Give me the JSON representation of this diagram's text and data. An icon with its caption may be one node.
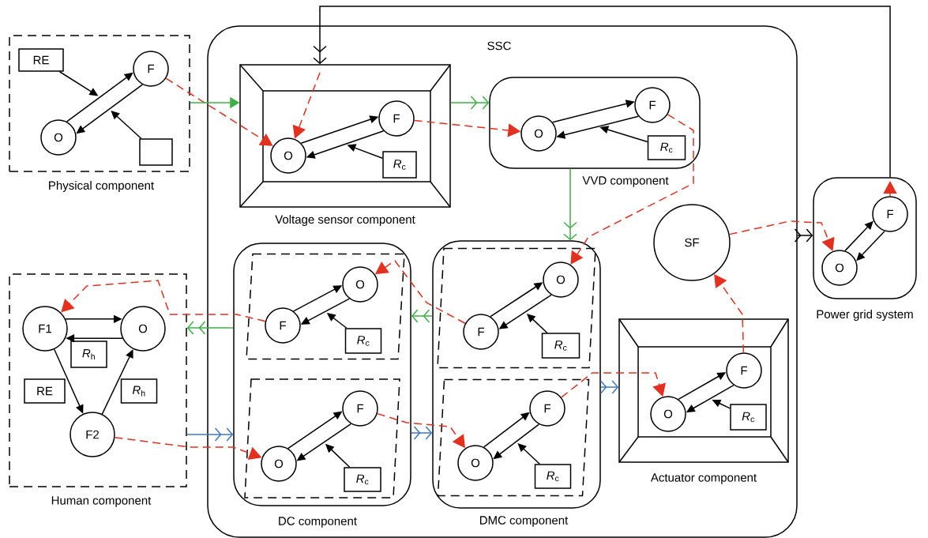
{
  "diagram": {
    "nodes": [
      {
        "text": [
          "SSC"
        ]
      },
      {
        "text": [
          "Physical component"
        ]
      },
      {
        "text": [
          "RE"
        ],
        "in": 1
      },
      {
        "text": [
          "F"
        ],
        "in": 1
      },
      {
        "text": [
          "O"
        ],
        "in": 1
      },
      {
        "text": [],
        "shape": "box",
        "in": 1
      },
      {
        "text": [
          "Voltage sensor component"
        ],
        "in": 0
      },
      {
        "text": [
          "F"
        ],
        "in": 6
      },
      {
        "text": [
          "O"
        ],
        "in": 6
      },
      {
        "text": [
          "*R*$_{c}$"
        ],
        "in": 6
      },
      {
        "text": [
          "VVD component"
        ],
        "in": 0
      },
      {
        "text": [
          "F"
        ],
        "in": 10
      },
      {
        "text": [
          "O"
        ],
        "in": 10
      },
      {
        "text": [
          "*R*$_{c}$"
        ],
        "in": 10
      },
      {
        "text": [
          "DC component"
        ],
        "in": 0
      },
      {
        "text": [],
        "shape": "parallelogram",
        "in": 14
      },
      {
        "text": [
          "O"
        ],
        "in": 15
      },
      {
        "text": [
          "F"
        ],
        "in": 15
      },
      {
        "text": [
          "*R*$_{c}$"
        ],
        "in": 15
      },
      {
        "text": [],
        "shape": "parallelogram",
        "in": 14
      },
      {
        "text": [
          "F"
        ],
        "in": 19
      },
      {
        "text": [
          "O"
        ],
        "in": 19
      },
      {
        "text": [
          "*R*$_{c}$"
        ],
        "in": 19
      },
      {
        "text": [
          "DMC component"
        ],
        "in": 0
      },
      {
        "text": [],
        "shape": "parallelogram",
        "in": 23
      },
      {
        "text": [
          "O"
        ],
        "in": 24
      },
      {
        "text": [
          "F"
        ],
        "in": 24
      },
      {
        "text": [
          "*R*$_{c}$"
        ],
        "in": 24
      },
      {
        "text": [],
        "shape": "parallelogram",
        "in": 23
      },
      {
        "text": [
          "F"
        ],
        "in": 28
      },
      {
        "text": [
          "O"
        ],
        "in": 28
      },
      {
        "text": [
          "*R*$_{c}$"
        ],
        "in": 28
      },
      {
        "text": [
          "Actuator component"
        ],
        "in": 0
      },
      {
        "text": [
          "F"
        ],
        "in": 32
      },
      {
        "text": [
          "O"
        ],
        "in": 32
      },
      {
        "text": [
          "*R*$_{c}$"
        ],
        "in": 32
      },
      {
        "text": [
          "SF"
        ],
        "in": 0
      },
      {
        "text": [
          "Power grid system"
        ]
      },
      {
        "text": [
          "F"
        ],
        "in": 37
      },
      {
        "text": [
          "O"
        ],
        "in": 37
      },
      {
        "text": [
          "Human component"
        ]
      },
      {
        "text": [
          "F1"
        ],
        "in": 40
      },
      {
        "text": [
          "O"
        ],
        "in": 40
      },
      {
        "text": [
          "F2"
        ],
        "in": 40
      },
      {
        "text": [
          "*R*$_{h}$"
        ],
        "in": 40
      },
      {
        "text": [
          "RE"
        ],
        "in": 40
      },
      {
        "text": [
          "*R*$_{h}$"
        ],
        "in": 40
      }
    ],
    "edges": [
      {
        "from": 2,
        "to": null,
        "arrow": "to"
      },
      {
        "from": 4,
        "to": 3,
        "arrow": "to"
      },
      {
        "from": 3,
        "to": 4,
        "arrow": "to"
      },
      {
        "from": 5,
        "to": null,
        "arrow": "to"
      },
      {
        "from": 8,
        "to": 7,
        "arrow": "to"
      },
      {
        "from": 7,
        "to": 8,
        "arrow": "to"
      },
      {
        "from": 9,
        "to": null,
        "arrow": "to"
      },
      {
        "from": 12,
        "to": 11,
        "arrow": "to"
      },
      {
        "from": 11,
        "to": 12,
        "arrow": "to"
      },
      {
        "from": 13,
        "to": null,
        "arrow": "to"
      },
      {
        "from": 16,
        "to": 17,
        "arrow": "to"
      },
      {
        "from": 17,
        "to": 16,
        "arrow": "to"
      },
      {
        "from": 18,
        "to": null,
        "arrow": "to"
      },
      {
        "from": 21,
        "to": 20,
        "arrow": "to"
      },
      {
        "from": 20,
        "to": 21,
        "arrow": "to"
      },
      {
        "from": 22,
        "to": null,
        "arrow": "to"
      },
      {
        "from": 25,
        "to": 26,
        "arrow": "to"
      },
      {
        "from": 26,
        "to": 25,
        "arrow": "to"
      },
      {
        "from": 27,
        "to": null,
        "arrow": "to"
      },
      {
        "from": 30,
        "to": 29,
        "arrow": "to"
      },
      {
        "from": 29,
        "to": 30,
        "arrow": "to"
      },
      {
        "from": 31,
        "to": null,
        "arrow": "to"
      },
      {
        "from": 34,
        "to": 33,
        "arrow": "to"
      },
      {
        "from": 33,
        "to": 34,
        "arrow": "to"
      },
      {
        "from": 35,
        "to": null,
        "arrow": "to"
      },
      {
        "from": 39,
        "to": 38,
        "arrow": "to"
      },
      {
        "from": 38,
        "to": 39,
        "arrow": "to"
      },
      {
        "from": 42,
        "to": 41,
        "arrow": "to"
      },
      {
        "from": 41,
        "to": 42,
        "arrow": "to"
      },
      {
        "from": 41,
        "to": 43,
        "arrow": "to"
      },
      {
        "from": 43,
        "to": 42,
        "arrow": "to"
      },
      {
        "from": 3,
        "to": 8,
        "arrow": "to",
        "style": "dashed",
        "color": "#e3301f"
      },
      {
        "from": 7,
        "to": 12,
        "arrow": "to",
        "style": "dashed",
        "color": "#e3301f"
      },
      {
        "from": 11,
        "to": 25,
        "arrow": "to",
        "style": "dashed",
        "color": "#e3301f"
      },
      {
        "from": 26,
        "to": 16,
        "arrow": "to",
        "style": "dashed",
        "color": "#e3301f"
      },
      {
        "from": 17,
        "to": 41,
        "arrow": "to",
        "style": "dashed",
        "color": "#e3301f"
      },
      {
        "from": 43,
        "to": 21,
        "arrow": "to",
        "style": "dashed",
        "color": "#e3301f"
      },
      {
        "from": 20,
        "to": 30,
        "arrow": "to",
        "style": "dashed",
        "color": "#e3301f"
      },
      {
        "from": 29,
        "to": 34,
        "arrow": "to",
        "style": "dashed",
        "color": "#e3301f"
      },
      {
        "from": 33,
        "to": 36,
        "arrow": "to",
        "style": "dashed",
        "color": "#e3301f"
      },
      {
        "from": 36,
        "to": 39,
        "arrow": "to",
        "style": "dashed",
        "color": "#e3301f"
      },
      {
        "from": 38,
        "to": null,
        "arrow": "to",
        "style": "dashed",
        "color": "#e3301f"
      },
      {
        "from": null,
        "to": 8,
        "arrow": "to",
        "style": "dashed",
        "color": "#e3301f"
      },
      {
        "from": 1,
        "to": 6,
        "arrow": "to",
        "color": "#3cb043"
      },
      {
        "from": 6,
        "to": 10,
        "arrow": "to",
        "color": "#3cb043"
      },
      {
        "from": 10,
        "to": 23,
        "arrow": "to",
        "color": "#3cb043"
      },
      {
        "from": 23,
        "to": 14,
        "arrow": "to",
        "color": "#3cb043"
      },
      {
        "from": 14,
        "to": 40,
        "arrow": "to",
        "color": "#3cb043"
      },
      {
        "from": 40,
        "to": 14,
        "arrow": "to",
        "color": "#3b78c3"
      },
      {
        "from": 14,
        "to": 23,
        "arrow": "to",
        "color": "#3b78c3"
      },
      {
        "from": 23,
        "to": 32,
        "arrow": "to",
        "color": "#3b78c3"
      },
      {
        "from": 0,
        "to": 37,
        "arrow": "to"
      },
      {
        "from": 37,
        "to": 6,
        "arrow": "to"
      }
    ]
  }
}
